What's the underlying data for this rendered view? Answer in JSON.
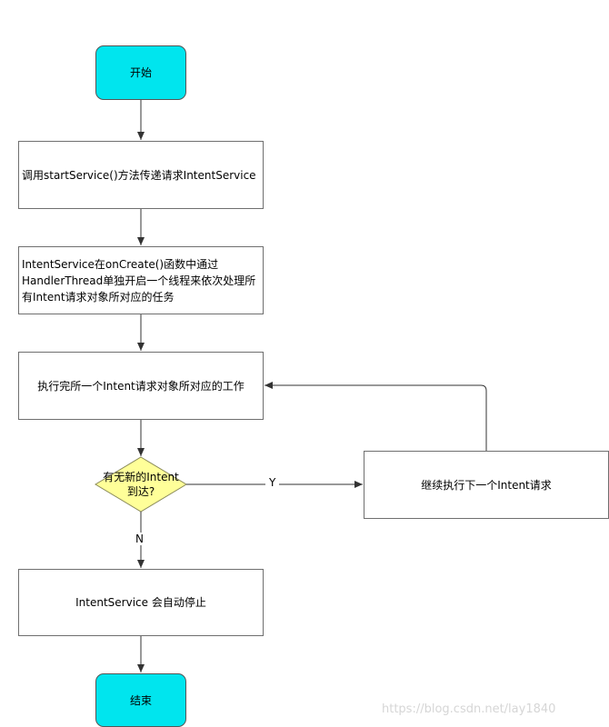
{
  "nodes": {
    "start": "开始",
    "call_start_service": "调用startService()方法传递请求IntentService",
    "on_create_line1": "IntentService在onCreate()函数中通过",
    "on_create_line2": "HandlerThread单独开启一个线程来依次处理所",
    "on_create_line3": "有Intent请求对象所对应的任务",
    "execute_work": "执行完所一个Intent请求对象所对应的工作",
    "decision_line1": "有无新的Intent",
    "decision_line2": "到达?",
    "continue_next": "继续执行下一个Intent请求",
    "auto_stop": "IntentService 会自动停止",
    "end": "结束"
  },
  "edges": {
    "yes_label": "Y",
    "no_label": "N"
  },
  "watermark": "https://blog.csdn.net/lay1840",
  "colors": {
    "terminal_fill": "#00e5ee",
    "decision_fill": "#ffff99",
    "line": "#333333"
  }
}
